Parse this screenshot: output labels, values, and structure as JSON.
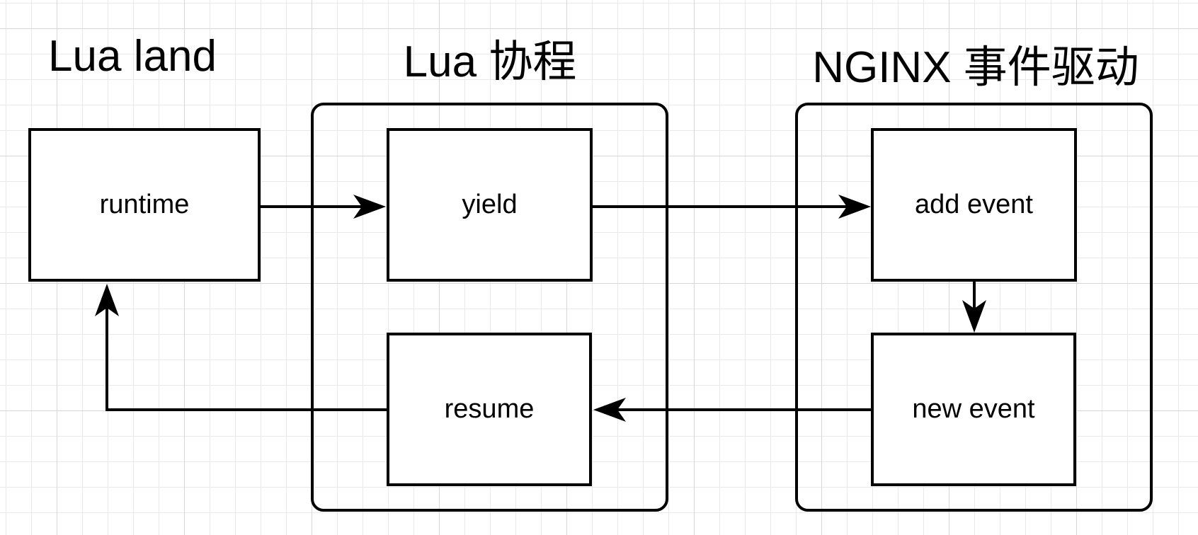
{
  "diagram": {
    "kind": "flowchart",
    "groups": [
      {
        "id": "lua-land",
        "title": "Lua land"
      },
      {
        "id": "lua-coroutine",
        "title": "Lua 协程"
      },
      {
        "id": "nginx-event-driven",
        "title": "NGINX 事件驱动"
      }
    ],
    "nodes": [
      {
        "id": "runtime",
        "label": "runtime",
        "group": "lua-land"
      },
      {
        "id": "yield",
        "label": "yield",
        "group": "lua-coroutine"
      },
      {
        "id": "resume",
        "label": "resume",
        "group": "lua-coroutine"
      },
      {
        "id": "add-event",
        "label": "add event",
        "group": "nginx-event-driven"
      },
      {
        "id": "new-event",
        "label": "new event",
        "group": "nginx-event-driven"
      }
    ],
    "edges": [
      {
        "from": "runtime",
        "to": "yield"
      },
      {
        "from": "yield",
        "to": "add-event"
      },
      {
        "from": "add-event",
        "to": "new-event"
      },
      {
        "from": "new-event",
        "to": "resume"
      },
      {
        "from": "resume",
        "to": "runtime"
      }
    ],
    "colors": {
      "stroke": "#000000",
      "node_fill": "#ffffff",
      "background": "#ffffff",
      "grid_minor": "#e9e9e9",
      "grid_major": "#d6d6d6"
    }
  }
}
